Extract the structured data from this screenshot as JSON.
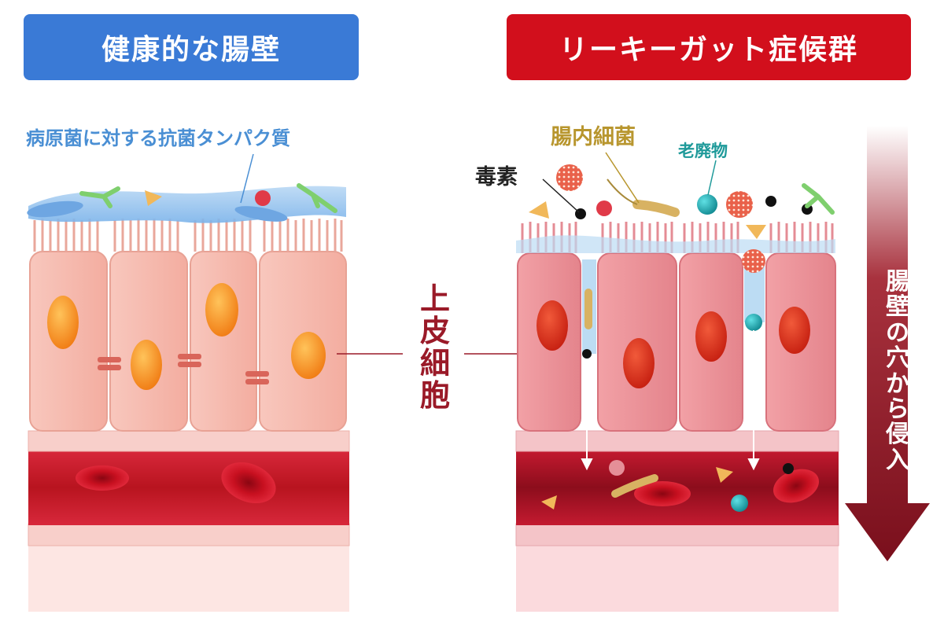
{
  "colors": {
    "healthy_title_bg": "#3a7ad6",
    "leaky_title_bg": "#d20f1c",
    "protein_label": "#4a8fd4",
    "bacteria_label": "#b8962e",
    "waste_label": "#1f9a9a",
    "toxin_label": "#222222",
    "epithelial_label": "#9a1a28",
    "arrow_dark": "#7a0f1c"
  },
  "titles": {
    "healthy": "健康的な腸壁",
    "leaky": "リーキーガット症候群"
  },
  "labels": {
    "antibacterial_protein": "病原菌に対する抗菌タンパク質",
    "gut_bacteria": "腸内細菌",
    "waste": "老廃物",
    "toxin": "毒素",
    "epithelial_cell": [
      "上",
      "皮",
      "細",
      "胞"
    ],
    "invasion_arrow": [
      "腸",
      "壁",
      "の",
      "穴",
      "か",
      "ら",
      "侵",
      "入"
    ]
  },
  "icons": [
    "villi-icon",
    "nucleus-icon",
    "tight-junction-icon",
    "red-blood-cell-icon",
    "bacteria-icon",
    "toxin-particle-icon",
    "waste-particle-icon",
    "down-arrow-icon"
  ]
}
